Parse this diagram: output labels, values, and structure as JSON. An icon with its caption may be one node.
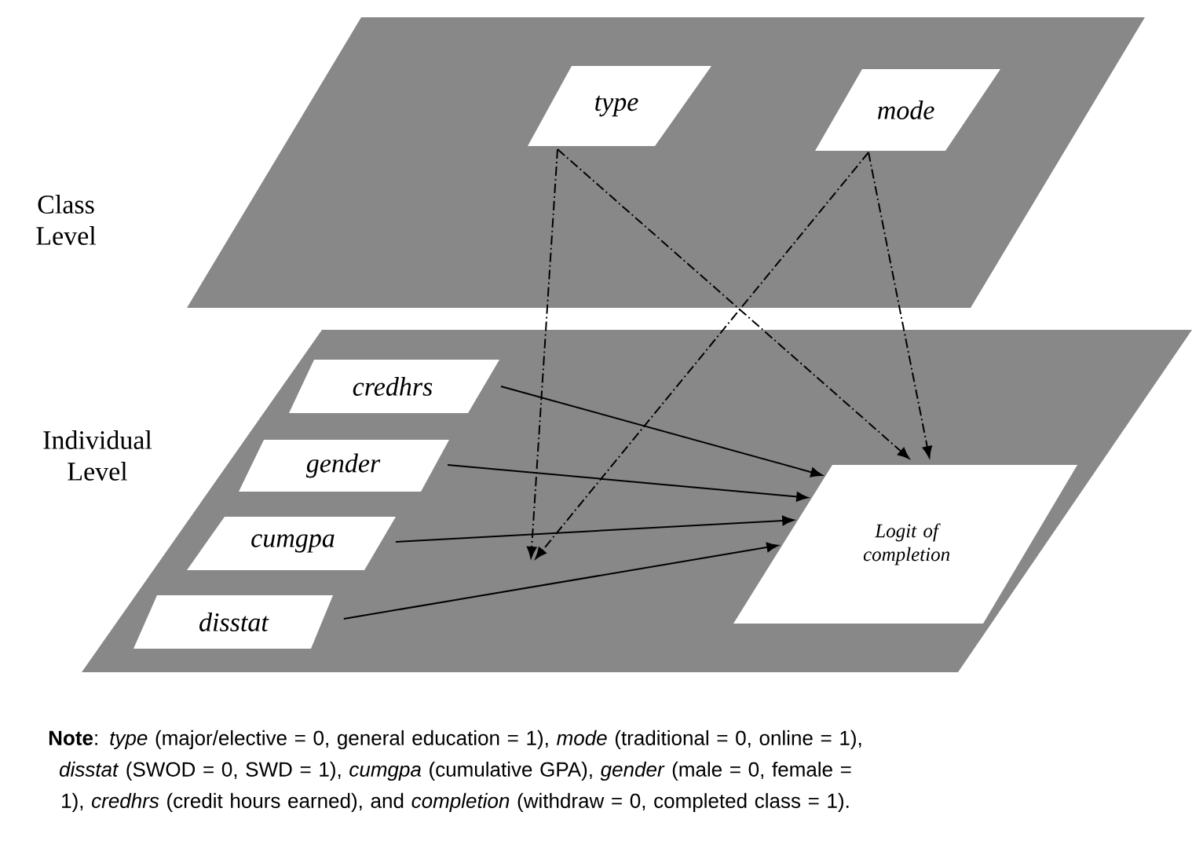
{
  "diagram": {
    "nodes": [
      {
        "text": [
          "Class Level"
        ]
      },
      {
        "text": [
          "type"
        ],
        "in": 0
      },
      {
        "text": [
          "mode"
        ],
        "in": 0
      },
      {
        "text": [
          "Individual Level"
        ]
      },
      {
        "text": [
          "credhrs"
        ],
        "in": 3
      },
      {
        "text": [
          "gender"
        ],
        "in": 3
      },
      {
        "text": [
          "cumgpa"
        ],
        "in": 3
      },
      {
        "text": [
          "disstat"
        ],
        "in": 3
      },
      {
        "text": [
          "Logit of completion"
        ],
        "in": 3
      }
    ],
    "edges": [
      {
        "from": 1,
        "to": 8,
        "arrow": "to",
        "style": "dashed"
      },
      {
        "from": 1,
        "to": null,
        "arrow": "to",
        "style": "dashed"
      },
      {
        "from": 2,
        "to": null,
        "arrow": "to",
        "style": "dashed"
      },
      {
        "from": 2,
        "to": 8,
        "arrow": "to",
        "style": "dashed"
      },
      {
        "from": 4,
        "to": 8,
        "arrow": "to"
      },
      {
        "from": 5,
        "to": 8,
        "arrow": "to"
      },
      {
        "from": 6,
        "to": 8,
        "arrow": "to"
      },
      {
        "from": 7,
        "to": 8,
        "arrow": "to"
      }
    ],
    "labels": [
      "**Note**: *type* (major/elective = 0, general education = 1), *mode* (traditional = 0, online = 1), *disstat* (SWOD = 0, SWD = 1), *cumgpa* (cumulative GPA), *gender* (male = 0, female = 1), *credhrs* (credit hours earned), and *completion* (withdraw = 0, completed class = 1)."
    ]
  }
}
